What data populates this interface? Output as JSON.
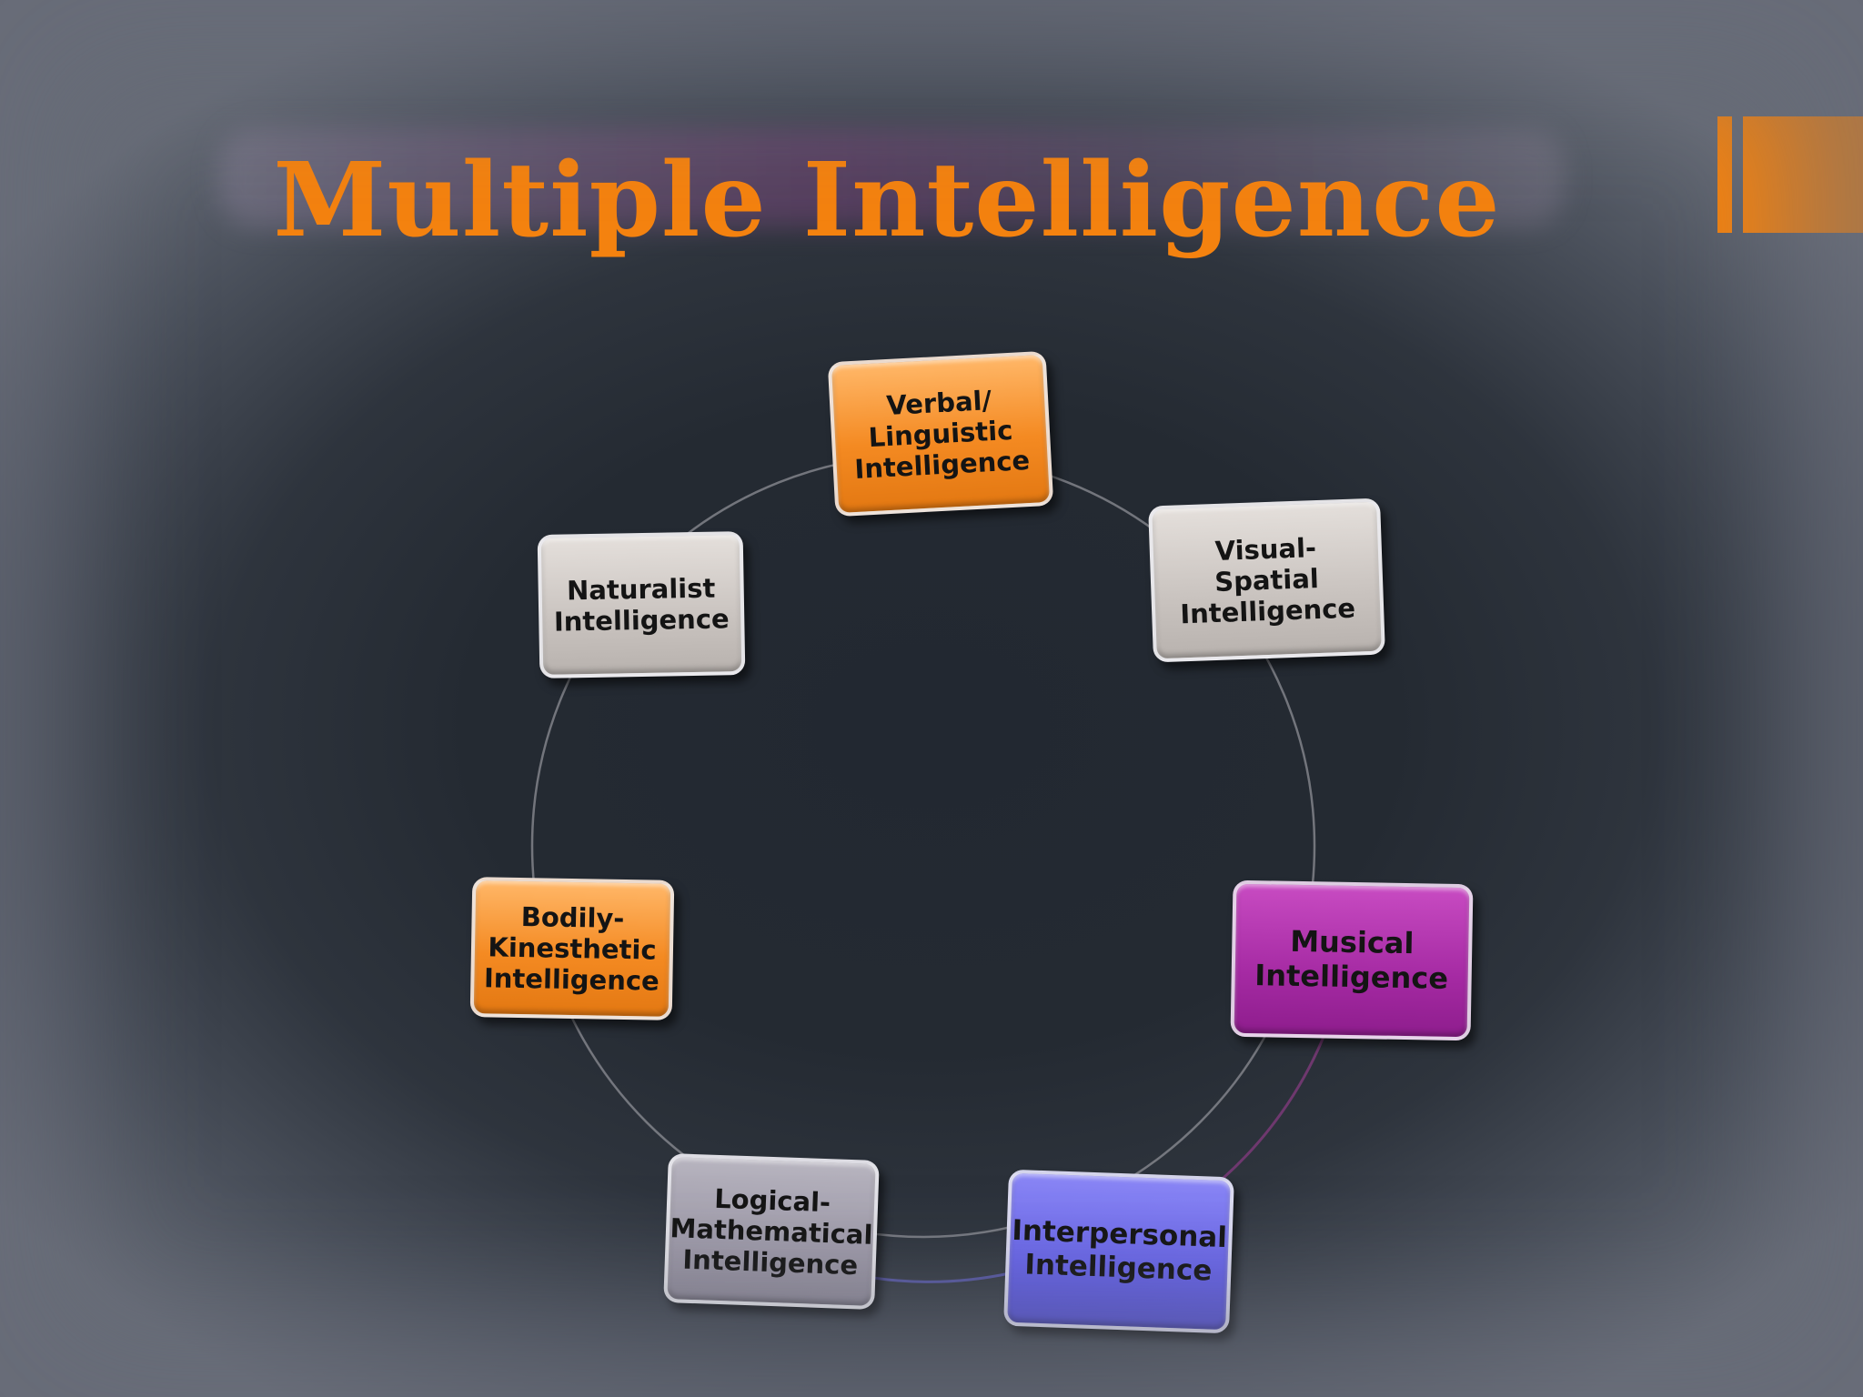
{
  "slide": {
    "title": "Multiple Intelligence"
  },
  "diagram": {
    "type": "cycle",
    "nodes": [
      {
        "label": "Verbal/\nLinguistic\nIntelligence",
        "color": "#f48a22"
      },
      {
        "label": "Visual-\nSpatial\nIntelligence",
        "color": "#c9c3bf"
      },
      {
        "label": "Musical\nIntelligence",
        "color": "#a52aa3"
      },
      {
        "label": "Interpersonal\nIntelligence",
        "color": "#6663e6"
      },
      {
        "label": "Logical-\nMathematical\nIntelligence",
        "color": "#9d99a8"
      },
      {
        "label": "Bodily-\nKinesthetic\nIntelligence",
        "color": "#f48a22"
      },
      {
        "label": "Naturalist\nIntelligence",
        "color": "#c9c3bf"
      }
    ]
  },
  "accent_color": "#f4820f"
}
